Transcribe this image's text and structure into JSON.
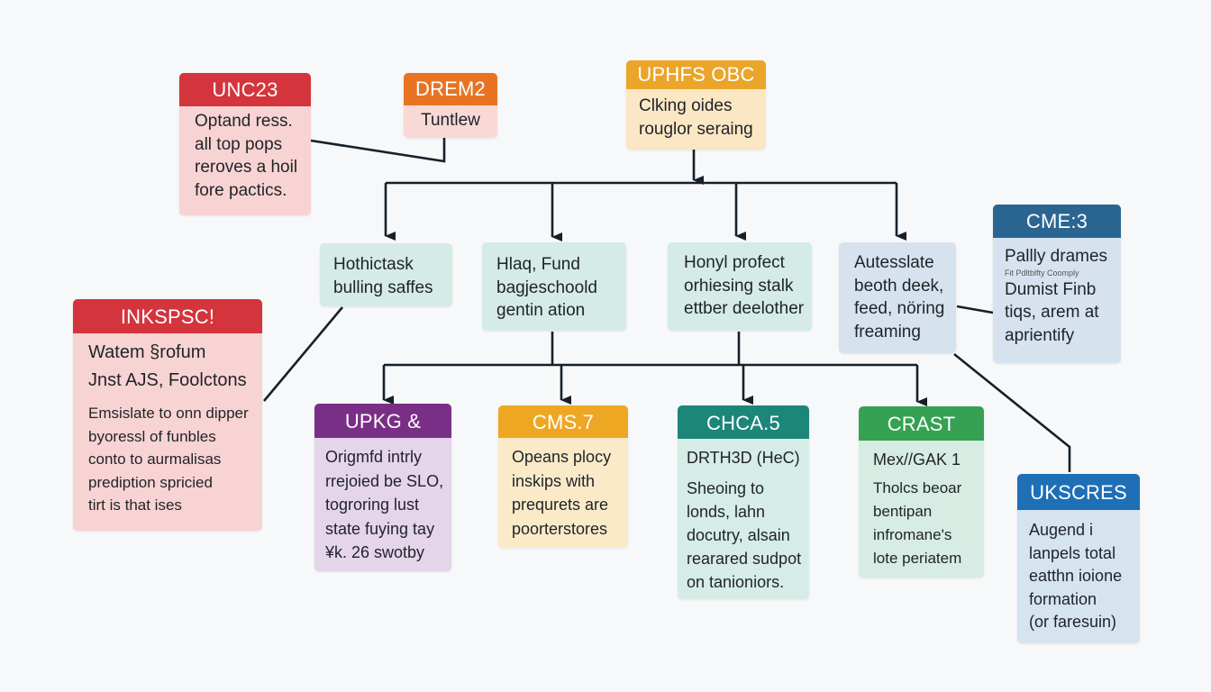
{
  "colors": {
    "red": "#d4343c",
    "red_bg": "#f8d3d3",
    "orange": "#e87423",
    "orange_bg": "#f8d9d6",
    "amber": "#eaa52a",
    "amber_bg": "#fbe7c4",
    "teal_bg": "#d5ebe6",
    "slate_bg": "#d6e3ee",
    "navy": "#2a6592",
    "navy_bg": "#d6e3ee",
    "purple": "#7a2f86",
    "purple_bg": "#e5d5ea",
    "gold": "#eea723",
    "gold_bg": "#fbeac8",
    "teal": "#1c8679",
    "teal_body": "#d6ece6",
    "green": "#36a152",
    "green_body": "#d7ece3",
    "blue": "#1e6fb6",
    "blue_bg": "#d6e4f0",
    "line": "#15202b"
  },
  "nodes": {
    "unc23": {
      "title": "UNC23",
      "lines": [
        "Optand ress.",
        "all top pops",
        "reroves a hoil",
        "fore pactics."
      ]
    },
    "drem2": {
      "title": "DREM2",
      "lines": [
        "Tuntlew"
      ]
    },
    "uphfs": {
      "title": "UPHFS OBC",
      "lines": [
        "Clking oides",
        "rouglor seraing"
      ]
    },
    "cme3": {
      "title": "CME:3",
      "lines": [
        "Pallly drames"
      ],
      "tiny": "Fit Pdltblfty Coomply",
      "lines2": [
        "Dumist Finb",
        "tiqs, arem at",
        "aprientify"
      ]
    },
    "hothictask": {
      "lines": [
        "Hothictask",
        "bulling saffes"
      ]
    },
    "hlaq": {
      "lines": [
        "Hlaq, Fund",
        "bagjeschoold",
        "gentin ation"
      ]
    },
    "honyl": {
      "lines": [
        "Honyl profect",
        "orhiesing stalk",
        "ettber deelother"
      ]
    },
    "autesslate": {
      "lines": [
        "Autesslate",
        "beoth deek,",
        "feed, nöring",
        "freaming"
      ]
    },
    "inkspsc": {
      "title": "INKSPSC!",
      "sub": [
        "Watem §rofum",
        "Jnst AJS, Foolctons"
      ],
      "lines": [
        "Emsislate to onn dipper",
        "byoressl of funbles",
        "conto to aurmalisas",
        "prediption spricied",
        "tirt is that ises"
      ]
    },
    "upkg": {
      "title": "UPKG &",
      "lines": [
        "Origmfd intrly",
        "rrejoied be SLO,",
        "togrοring lust",
        "state fuying tay",
        "¥k. 26 swotby"
      ]
    },
    "cms7": {
      "title": "CMS.7",
      "lines": [
        "Opeans plocy",
        "inskips with",
        "prequrets are",
        "poorterstores"
      ]
    },
    "chca5": {
      "title": "CHCA.5",
      "sub": [
        "DRTH3D (HeC)"
      ],
      "lines": [
        "Sheoing to",
        "londs, lahn",
        "docutry, alsain",
        "rearared sudpot",
        "on tanioniors."
      ]
    },
    "crast": {
      "title": "CRAST",
      "sub": [
        "Mex//GAK  1"
      ],
      "lines": [
        "Tholcs beoar",
        "bentipan",
        "infromane's",
        "lote periatem"
      ]
    },
    "ukscres": {
      "title": "UKSCRES",
      "lines": [
        "Augend i",
        "lanpels total",
        "eatthn ioione",
        "formation",
        "(or faresuin)"
      ]
    }
  }
}
